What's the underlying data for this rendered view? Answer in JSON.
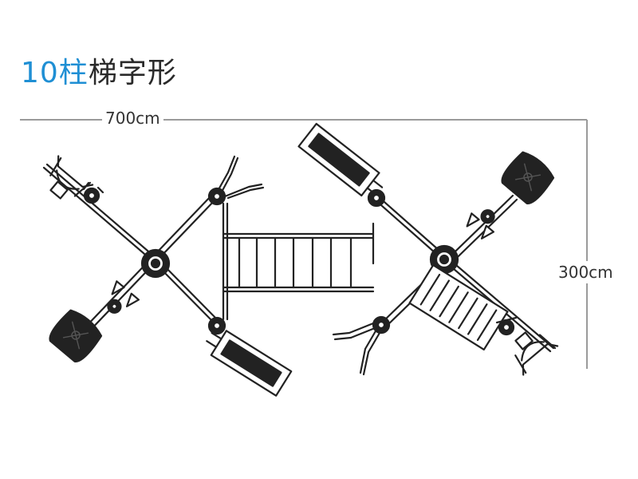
{
  "title": {
    "number": "10柱",
    "text": "梯字形"
  },
  "dimensions": {
    "width": "700cm",
    "height": "300cm"
  },
  "colors": {
    "accent": "#1f8fd4",
    "lines": "#222222",
    "dimension_lines": "#9a9a9a"
  }
}
